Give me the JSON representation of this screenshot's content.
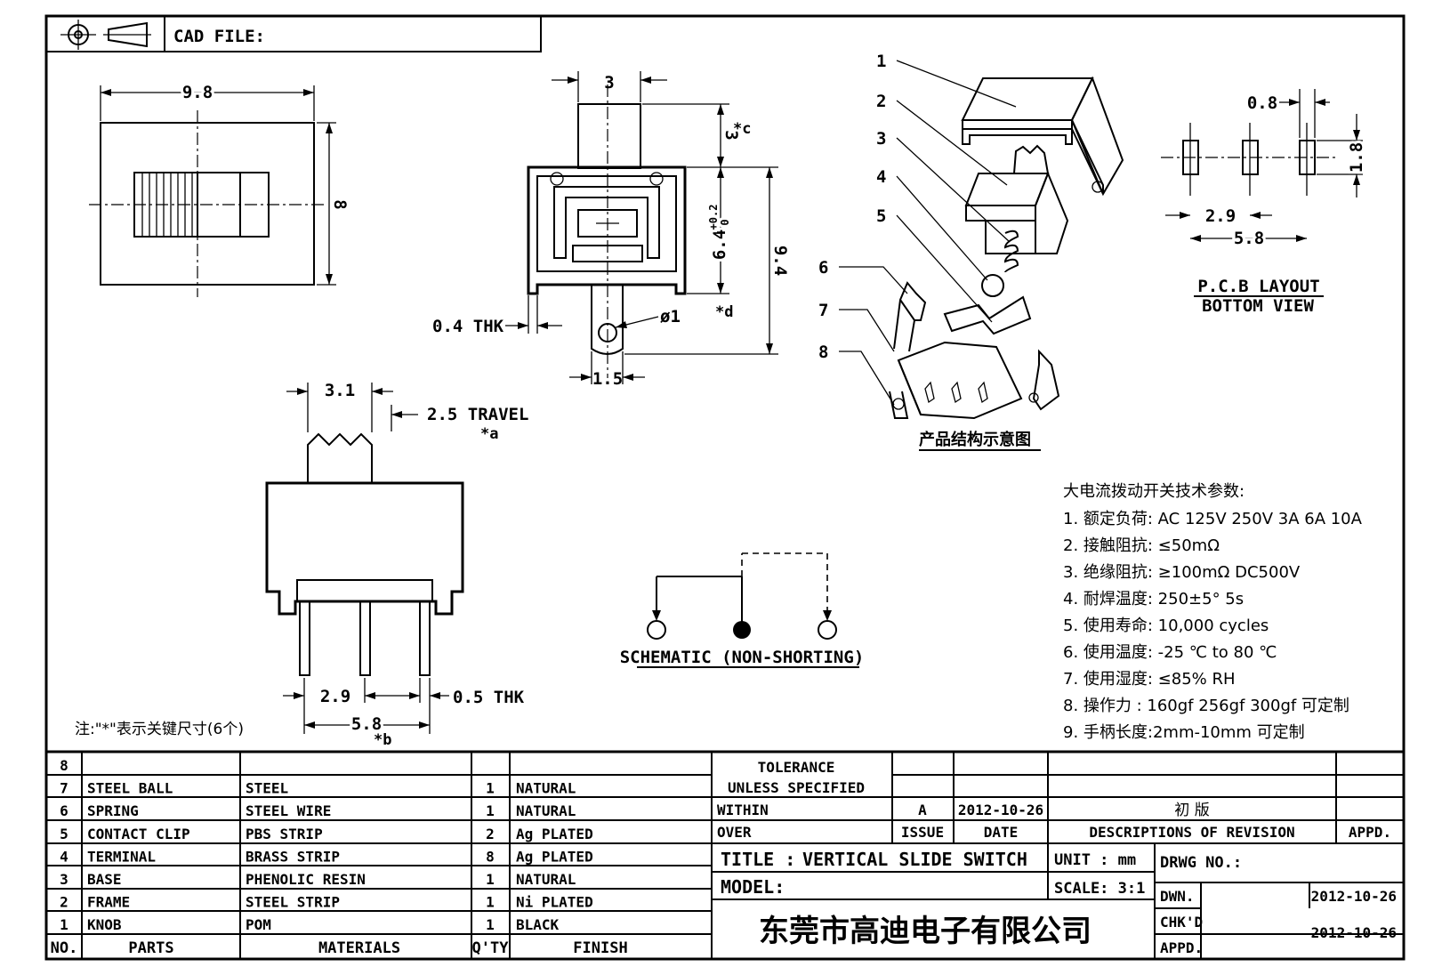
{
  "header": {
    "cad_file_label": "CAD FILE:",
    "projection_icon": "third-angle-projection-icon"
  },
  "top_view": {
    "dim_width": "9.8",
    "dim_height": "8"
  },
  "front_view": {
    "dim_actuator_width": "3",
    "dim_actuator_height": "3",
    "dim_c_mark": "*c",
    "dim_body_height": "6.4",
    "dim_tol_upper": "+0.2",
    "dim_tol_lower": "0",
    "dim_total_height": "9.4",
    "dim_d_mark": "*d",
    "dim_thickness": "0.4 THK",
    "dim_hole": "ø1",
    "dim_pin_width": "1.5"
  },
  "side_view": {
    "dim_knob_width": "3.1",
    "dim_travel": "2.5 TRAVEL",
    "dim_a_mark": "*a",
    "dim_pitch": "2.9",
    "dim_span": "5.8",
    "dim_b_mark": "*b",
    "dim_pin_thk": "0.5 THK"
  },
  "exploded": {
    "callouts": [
      "1",
      "2",
      "3",
      "4",
      "5",
      "6",
      "7",
      "8"
    ],
    "caption": "产品结构示意图"
  },
  "pcb": {
    "dim_gap": "0.8",
    "dim_pad": "1.8",
    "dim_pitch": "2.9",
    "dim_span": "5.8",
    "title": "P.C.B LAYOUT",
    "subtitle": "BOTTOM VIEW"
  },
  "schematic": {
    "caption": "SCHEMATIC (NON-SHORTING)"
  },
  "note": "注:\"*\"表示关键尺寸(6个)",
  "specs": {
    "title": "大电流拨动开关技术参数:",
    "items": [
      "1. 额定负荷: AC 125V 250V   3A   6A   10A",
      "2.   接触阻抗: ≤50mΩ",
      "3. 绝缘阻抗: ≥100mΩ  DC500V",
      "4.   耐焊温度: 250±5°  5s",
      "5. 使用寿命: 10,000 cycles",
      "6.   使用温度: -25 ℃  to 80 ℃",
      "7. 使用湿度: ≤85% RH",
      "8.   操作力 : 160gf   256gf   300gf  可定制",
      "9. 手柄长度:2mm-10mm   可定制"
    ]
  },
  "bom": {
    "header": {
      "no": "NO.",
      "parts": "PARTS",
      "materials": "MATERIALS",
      "qty": "Q'TY",
      "finish": "FINISH"
    },
    "rows": [
      {
        "no": "8",
        "part": "",
        "material": "",
        "qty": "",
        "finish": ""
      },
      {
        "no": "7",
        "part": "STEEL BALL",
        "material": "STEEL",
        "qty": "1",
        "finish": "NATURAL"
      },
      {
        "no": "6",
        "part": "SPRING",
        "material": "STEEL WIRE",
        "qty": "1",
        "finish": "NATURAL"
      },
      {
        "no": "5",
        "part": "CONTACT CLIP",
        "material": "PBS STRIP",
        "qty": "2",
        "finish": "Ag PLATED"
      },
      {
        "no": "4",
        "part": "TERMINAL",
        "material": "BRASS STRIP",
        "qty": "8",
        "finish": "Ag PLATED"
      },
      {
        "no": "3",
        "part": "BASE",
        "material": "PHENOLIC RESIN",
        "qty": "1",
        "finish": "NATURAL"
      },
      {
        "no": "2",
        "part": "FRAME",
        "material": "STEEL STRIP",
        "qty": "1",
        "finish": "Ni PLATED"
      },
      {
        "no": "1",
        "part": "KNOB",
        "material": "POM",
        "qty": "1",
        "finish": "BLACK"
      }
    ]
  },
  "titleblock": {
    "tolerance": "TOLERANCE",
    "unless": "UNLESS  SPECIFIED",
    "within": "WITHIN",
    "over": "OVER",
    "rev_issue": "A",
    "rev_date": "2012-10-26",
    "rev_desc": "初  版",
    "issue_h": "ISSUE",
    "date_h": "DATE",
    "desc_h": "DESCRIPTIONS OF REVISION",
    "appd_h": "APPD.",
    "title_label": "TITLE :",
    "title_value": "VERTICAL SLIDE SWITCH",
    "unit": "UNIT : mm",
    "drwg": "DRWG NO.:",
    "model": "MODEL:",
    "scale": "SCALE:  3:1",
    "dwn": "DWN.",
    "dwn_date": "2012-10-26",
    "chkd": "CHK'D",
    "chkd_date": "2012-10-26",
    "appd": "APPD.",
    "company": "东莞市高迪电子有限公司"
  }
}
